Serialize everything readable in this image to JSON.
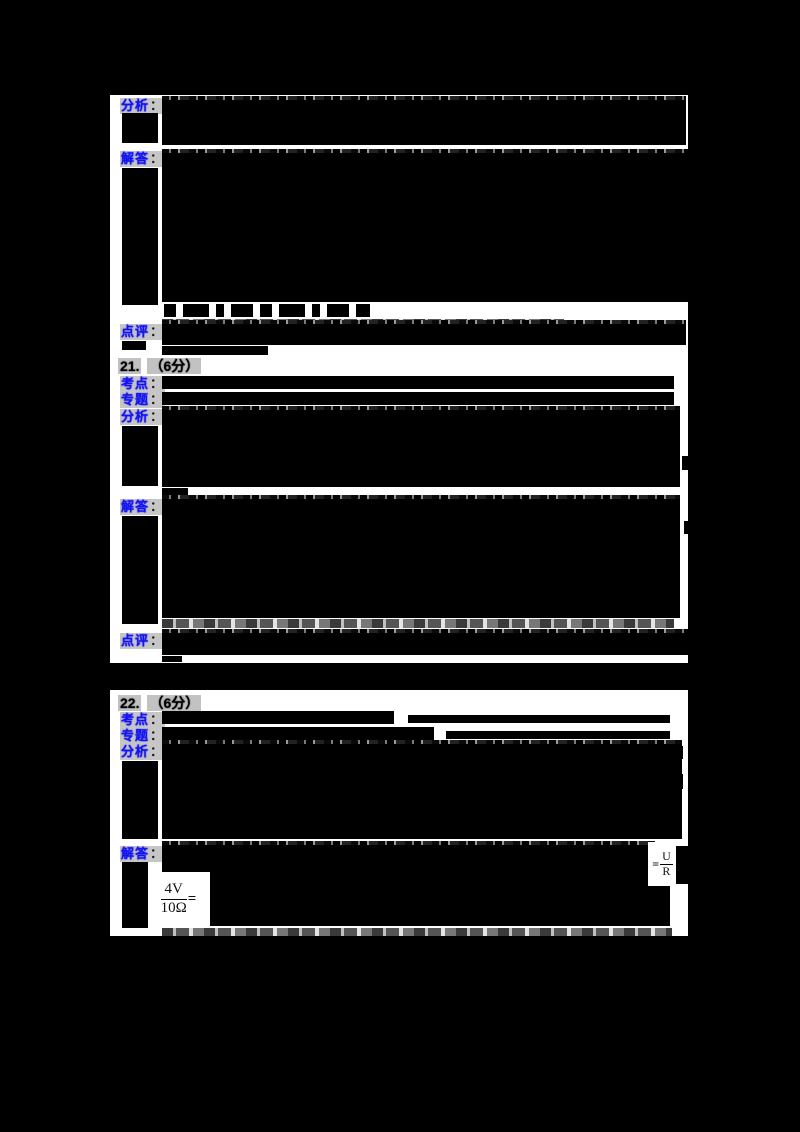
{
  "document": {
    "background_color": "#000000",
    "paper_color": "#ffffff",
    "accent_blue": "#1313f0",
    "highlight_gray": "#c6c6c6"
  },
  "labels": {
    "analysis": "分析",
    "answer": "解答",
    "comment": "点评",
    "points": "考点",
    "topic": "专题",
    "colon": "："
  },
  "questions": {
    "q21": {
      "number": "21.",
      "score": "（6分）"
    },
    "q22": {
      "number": "22.",
      "score": "（6分）"
    }
  },
  "formulas": {
    "ohm_law": {
      "equals": "=",
      "numerator": "U",
      "denominator": "R"
    },
    "substitution": {
      "numerator": "4V",
      "denominator": "10Ω",
      "equals": "="
    }
  }
}
